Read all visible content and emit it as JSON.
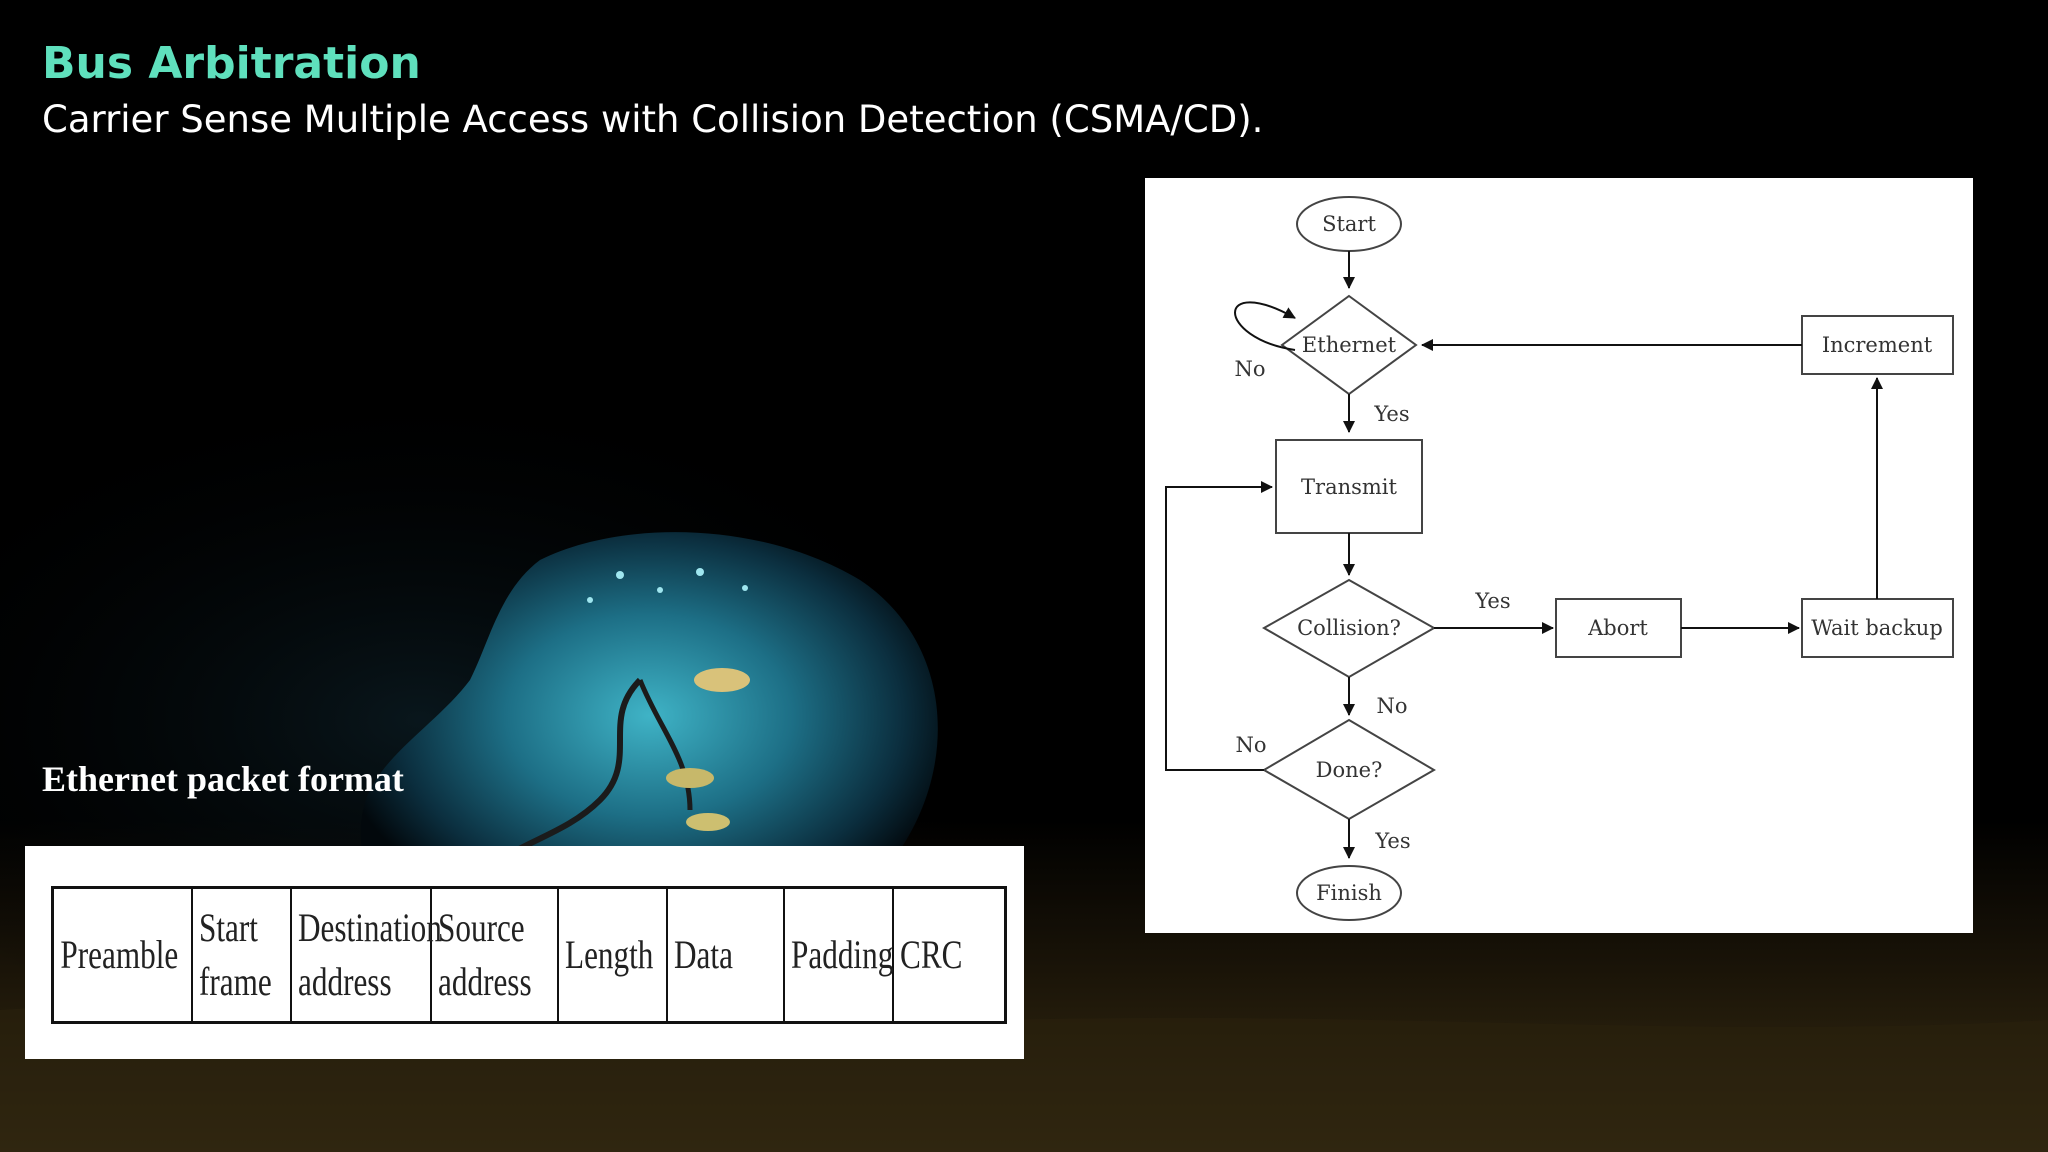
{
  "slide": {
    "title": "Bus Arbitration",
    "subtitle": "Carrier Sense Multiple Access with Collision Detection (CSMA/CD)."
  },
  "packet": {
    "heading": "Ethernet packet format",
    "fields": [
      {
        "line1": "Preamble",
        "line2": ""
      },
      {
        "line1": "Start",
        "line2": "frame"
      },
      {
        "line1": "Destination",
        "line2": "address"
      },
      {
        "line1": "Source",
        "line2": "address"
      },
      {
        "line1": "Length",
        "line2": ""
      },
      {
        "line1": "Data",
        "line2": ""
      },
      {
        "line1": "Padding",
        "line2": ""
      },
      {
        "line1": "CRC",
        "line2": ""
      }
    ]
  },
  "flowchart": {
    "nodes": {
      "start": "Start",
      "ethernet": "Ethernet",
      "transmit": "Transmit",
      "collision": "Collision?",
      "done": "Done?",
      "finish": "Finish",
      "abort": "Abort",
      "wait_backup": "Wait backup",
      "increment": "Increment"
    },
    "edge_labels": {
      "ethernet_no": "No",
      "ethernet_yes": "Yes",
      "collision_yes": "Yes",
      "collision_no": "No",
      "done_no": "No",
      "done_yes": "Yes"
    }
  }
}
